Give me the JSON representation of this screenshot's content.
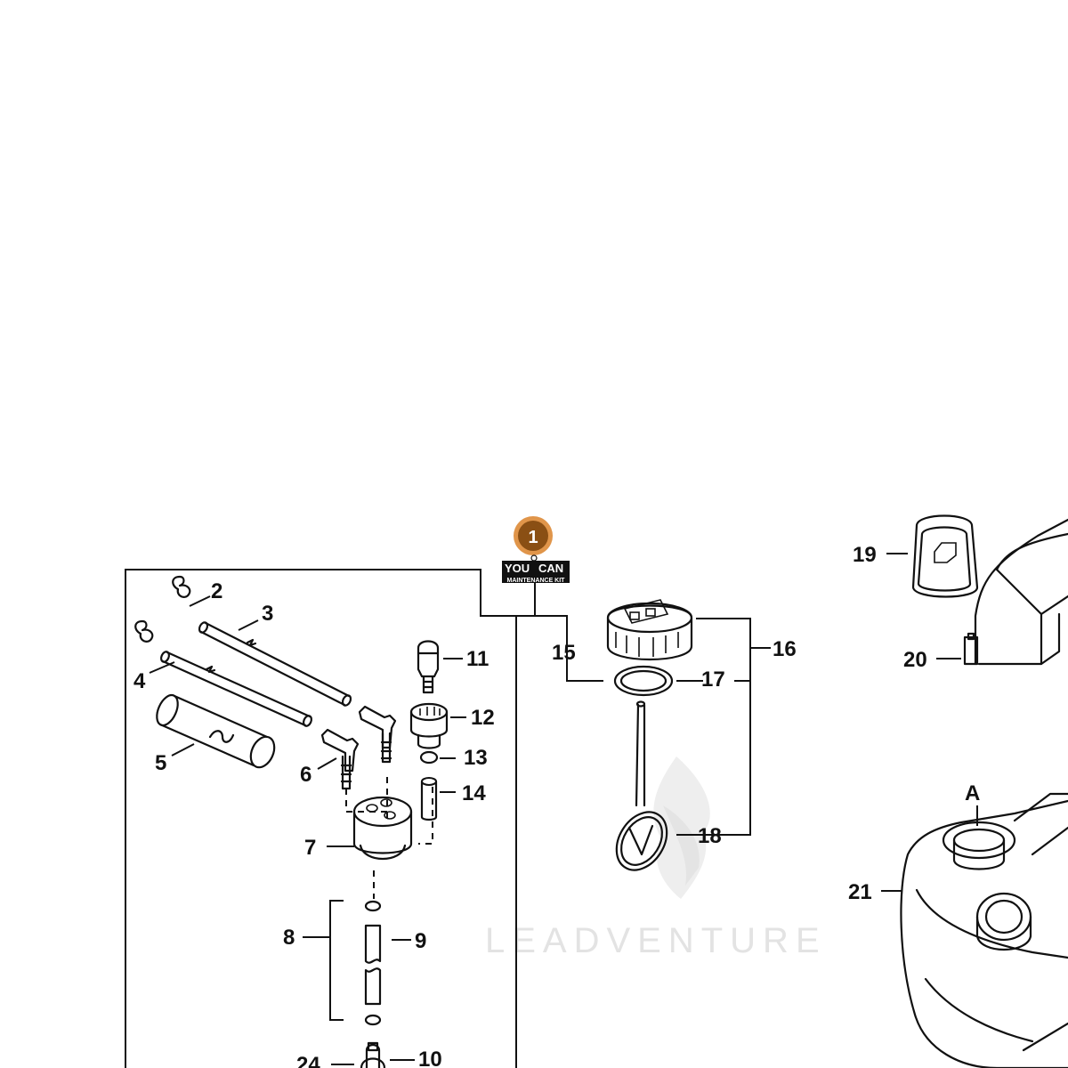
{
  "callouts": {
    "p2": "2",
    "p3": "3",
    "p4": "4",
    "p5": "5",
    "p6": "6",
    "p7": "7",
    "p8": "8",
    "p9": "9",
    "p10": "10",
    "p11": "11",
    "p12": "12",
    "p13": "13",
    "p14": "14",
    "p15": "15",
    "p16": "16",
    "p17": "17",
    "p18": "18",
    "p19": "19",
    "p20": "20",
    "p21": "21",
    "p24": "24",
    "view_a": "A"
  },
  "kit_badge": {
    "number": "1",
    "brand_left": "YOU",
    "brand_right": "CAN",
    "subtitle": "MAINTENANCE KIT",
    "badge_color": "#8a4f14",
    "ring_color": "#e0954a"
  },
  "watermark": {
    "text": "LEADVENTURE",
    "icon": "flame-logo-icon"
  }
}
